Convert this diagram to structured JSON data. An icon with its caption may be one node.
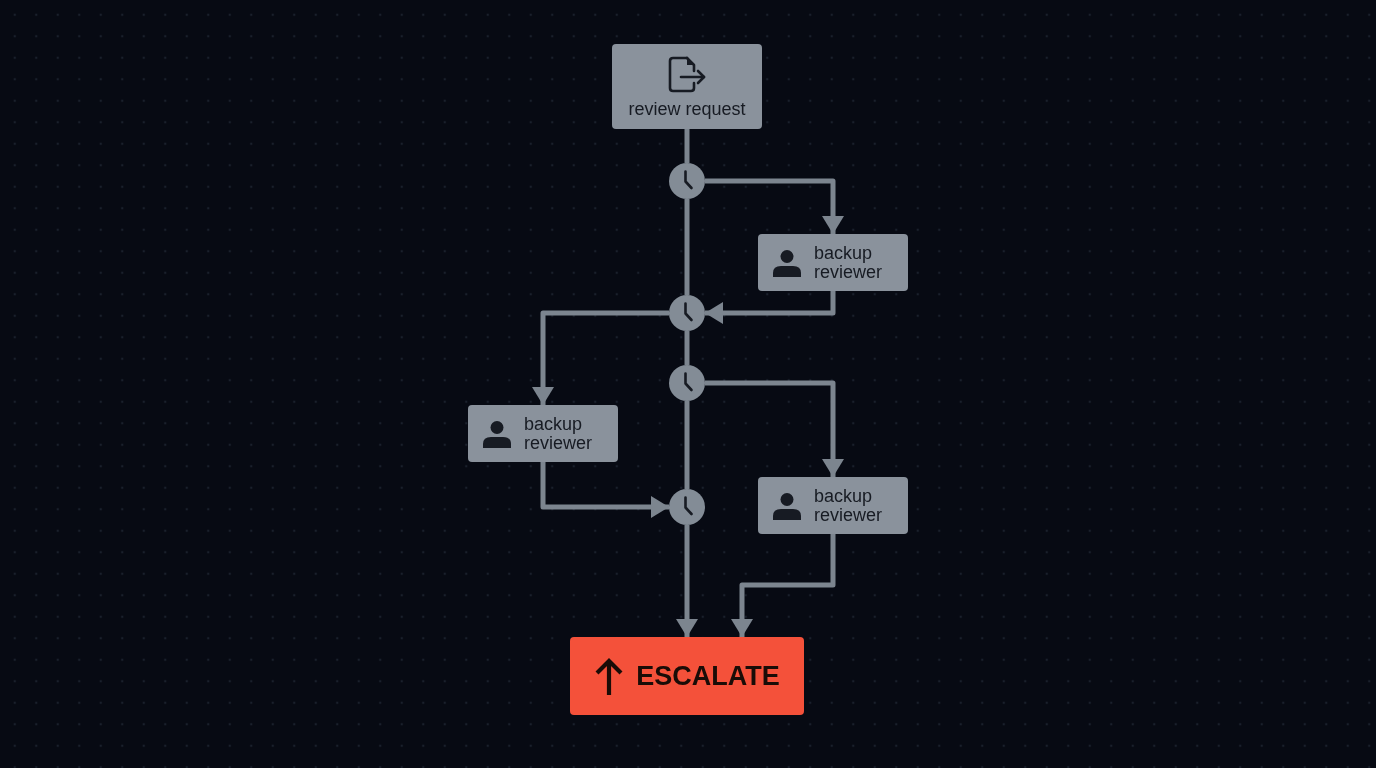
{
  "diagram": {
    "nodes": [
      {
        "text": [
          "review request"
        ]
      },
      {
        "text": [],
        "shape": "circle"
      },
      {
        "text": [
          "backup reviewer"
        ]
      },
      {
        "text": [],
        "shape": "circle"
      },
      {
        "text": [],
        "shape": "circle"
      },
      {
        "text": [
          "backup reviewer"
        ]
      },
      {
        "text": [
          "backup reviewer"
        ]
      },
      {
        "text": [],
        "shape": "circle"
      },
      {
        "text": [
          "ESCALATE"
        ]
      }
    ],
    "edges": [
      {
        "from": 0,
        "to": 1,
        "arrow": "none"
      },
      {
        "from": 1,
        "to": 2,
        "arrow": "to"
      },
      {
        "from": 1,
        "to": 3,
        "arrow": "none"
      },
      {
        "from": 2,
        "to": 3,
        "arrow": "to"
      },
      {
        "from": 3,
        "to": 5,
        "arrow": "to"
      },
      {
        "from": 3,
        "to": 4,
        "arrow": "none"
      },
      {
        "from": 4,
        "to": 6,
        "arrow": "to"
      },
      {
        "from": 4,
        "to": 7,
        "arrow": "none"
      },
      {
        "from": 5,
        "to": 7,
        "arrow": "to"
      },
      {
        "from": 7,
        "to": 8,
        "arrow": "to"
      },
      {
        "from": 6,
        "to": 8,
        "arrow": "to"
      }
    ]
  }
}
